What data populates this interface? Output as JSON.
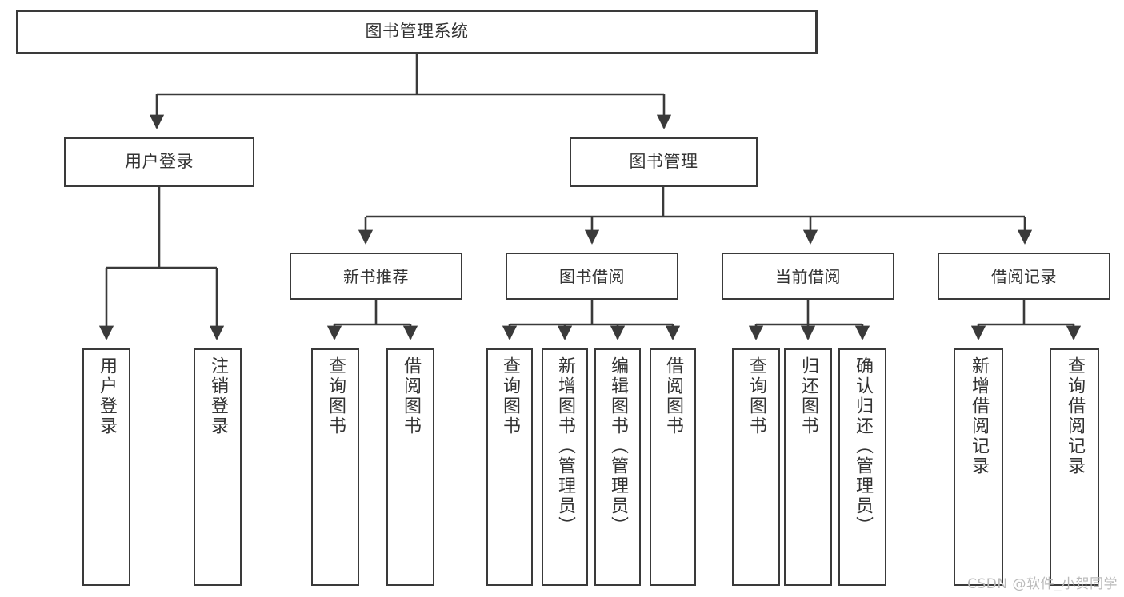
{
  "diagram": {
    "type": "tree",
    "title": "图书管理系统",
    "orientation": "top-down",
    "colors": {
      "node_border": "#3a3a3a",
      "node_fill": "#ffffff",
      "link": "#3a3a3a",
      "text": "#333333",
      "watermark": "#b9b9b9",
      "background": "#ffffff"
    },
    "nodes": {
      "root": {
        "label": "图书管理系统"
      },
      "level1": [
        {
          "label": "用户登录"
        },
        {
          "label": "图书管理"
        }
      ],
      "level2": [
        {
          "label": "新书推荐"
        },
        {
          "label": "图书借阅"
        },
        {
          "label": "当前借阅"
        },
        {
          "label": "借阅记录"
        }
      ],
      "leaves": {
        "user_login": [
          {
            "label": "用户登录"
          },
          {
            "label": "注销登录"
          }
        ],
        "new_book": [
          {
            "label": "查询图书"
          },
          {
            "label": "借阅图书"
          }
        ],
        "book_borrow": [
          {
            "label": "查询图书"
          },
          {
            "label": "新增图书（管理员）"
          },
          {
            "label": "编辑图书（管理员）"
          },
          {
            "label": "借阅图书"
          }
        ],
        "current_borrow": [
          {
            "label": "查询图书"
          },
          {
            "label": "归还图书"
          },
          {
            "label": "确认归还（管理员）"
          }
        ],
        "borrow_record": [
          {
            "label": "新增借阅记录"
          },
          {
            "label": "查询借阅记录"
          }
        ]
      }
    }
  },
  "watermark": {
    "text": "CSDN @软件_小贺同学"
  }
}
